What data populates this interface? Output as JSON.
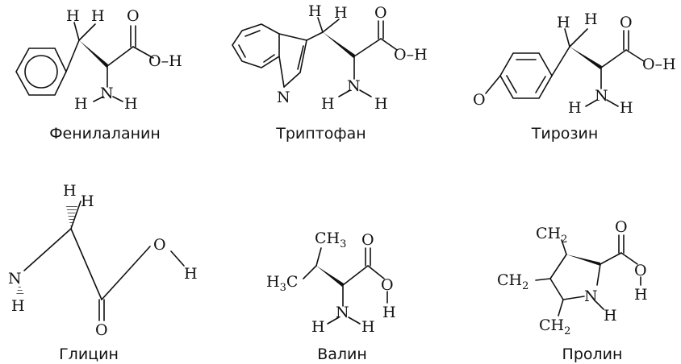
{
  "molecules": [
    {
      "name": "Фенилаланин",
      "atoms": {
        "h1": "H",
        "h2": "H",
        "o1": "O",
        "oh": "O–H",
        "n": "N",
        "nh1": "H",
        "nh2": "H"
      }
    },
    {
      "name": "Триптофан",
      "atoms": {
        "h1": "H",
        "h2": "H",
        "o1": "O",
        "oh": "O–H",
        "ring_n": "N",
        "n": "N",
        "nh1": "H",
        "nh2": "H"
      }
    },
    {
      "name": "Тирозин",
      "atoms": {
        "h1": "H",
        "h2": "H",
        "o1": "O",
        "oh": "O–H",
        "ring_o": "O",
        "n": "N",
        "nh1": "H",
        "nh2": "H"
      }
    },
    {
      "name": "Глицин",
      "atoms": {
        "h1": "H",
        "h2": "H",
        "o1": "O",
        "o2": "O",
        "h3": "H",
        "n": "N",
        "nh": "H"
      }
    },
    {
      "name": "Валин",
      "atoms": {
        "ch3": "CH",
        "ch3_sub": "3",
        "h3c": "H",
        "h3c_sub": "3",
        "h3c_c": "C",
        "o1": "O",
        "o2": "O",
        "oh": "H",
        "n": "N",
        "nh1": "H",
        "nh2": "H"
      }
    },
    {
      "name": "Пролин",
      "atoms": {
        "ch2a": "CH",
        "ch2a_sub": "2",
        "ch2b": "CH",
        "ch2b_sub": "2",
        "ch2c": "CH",
        "ch2c_sub": "2",
        "o1": "O",
        "o2": "O",
        "oh": "H",
        "n": "N",
        "nh": "H"
      }
    }
  ]
}
